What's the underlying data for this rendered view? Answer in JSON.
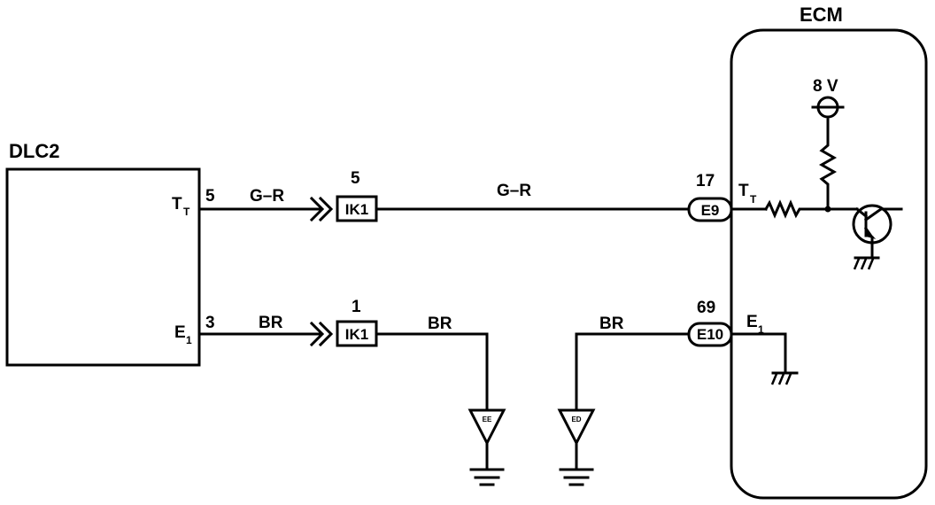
{
  "components": {
    "dlc": {
      "name": "DLC2",
      "pin_tt": "T",
      "pin_tt_sub": "T",
      "pin_e1": "E",
      "pin_e1_sub": "1"
    },
    "ecm": {
      "name": "ECM",
      "supply": "8 V",
      "pin_tt": "T",
      "pin_tt_sub": "T",
      "pin_e1": "E",
      "pin_e1_sub": "1"
    }
  },
  "wires": {
    "top": {
      "dlc_pin": "5",
      "color": "G–R",
      "connector": "IK1",
      "connector_pin": "5",
      "color_after": "G–R",
      "ecm_connector": "E9",
      "ecm_pin": "17"
    },
    "bottom": {
      "dlc_pin": "3",
      "color": "BR",
      "connector": "IK1",
      "connector_pin": "1",
      "color_after": "BR",
      "ground": "EE"
    },
    "ecm_ground": {
      "color": "BR",
      "ecm_connector": "E10",
      "ecm_pin": "69",
      "ground": "ED"
    }
  }
}
